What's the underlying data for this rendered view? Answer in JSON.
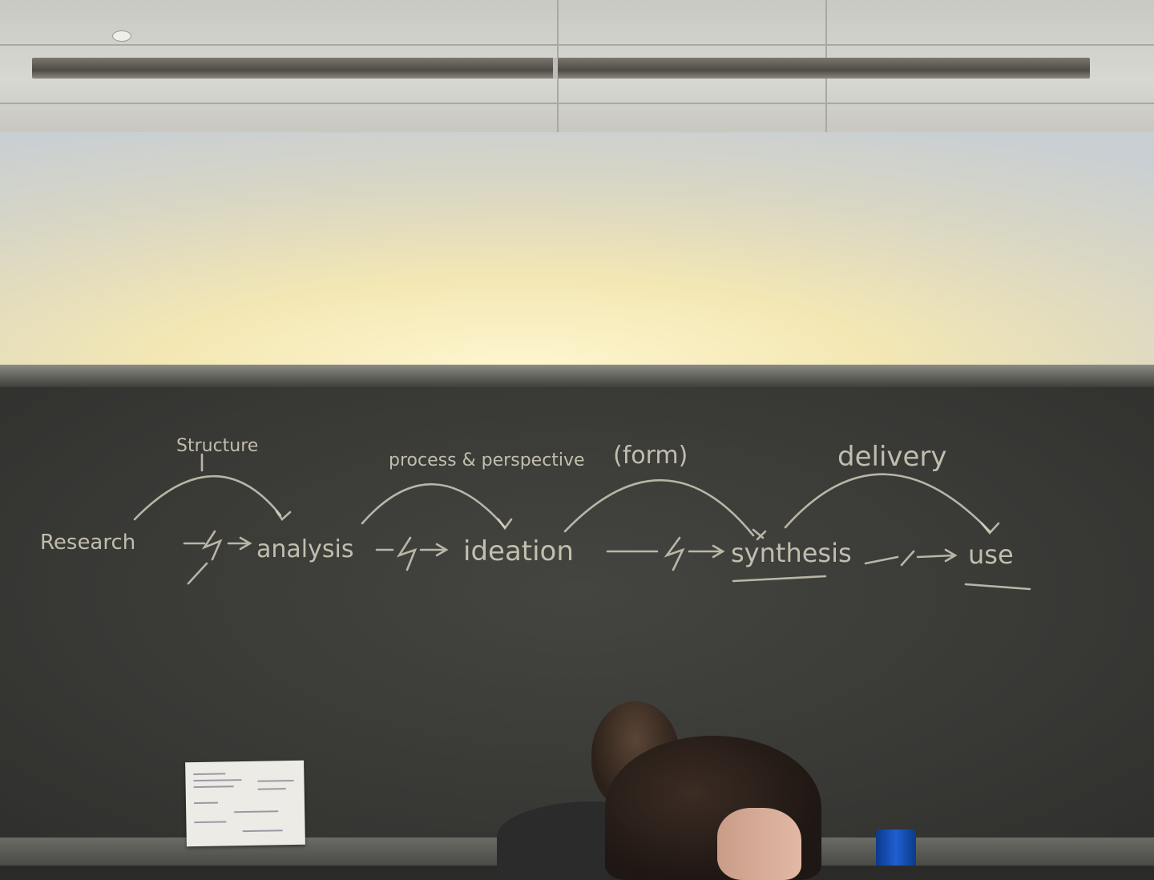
{
  "scene": {
    "description_colors": {
      "chalk": "#d9d5c2",
      "board": "#3b3b38",
      "wall_light": "#fff1c6"
    }
  },
  "chalkboard": {
    "flow_steps": [
      "Research",
      "analysis",
      "ideation",
      "synthesis",
      "use"
    ],
    "arc_labels": [
      "Structure",
      "process & perspective",
      "(form)",
      "delivery"
    ]
  }
}
